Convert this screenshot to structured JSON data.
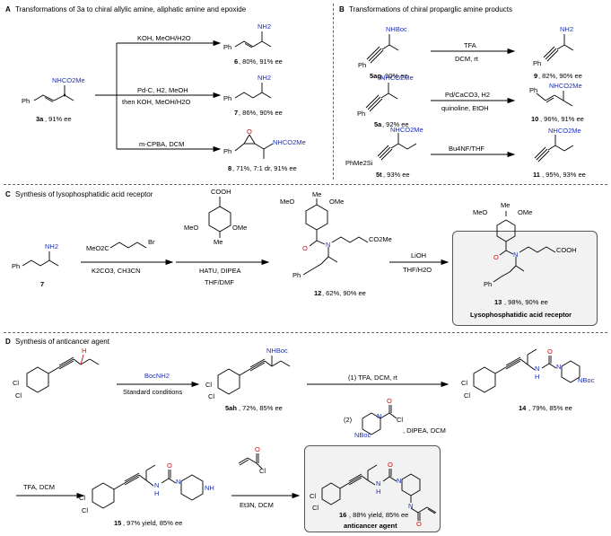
{
  "sections": {
    "A": {
      "letter": "A",
      "title": "Transformations of 3a to chiral allylic amine, aliphatic amine and epoxide",
      "sub_label": "3a",
      "sub_yield": ", 91% ee",
      "r1": "KOH, MeOH/H2O",
      "r2a": "Pd-C, H2, MeOH",
      "r2b": "then KOH, MeOH/H2O",
      "r3": "m-CPBA, DCM",
      "p6": "6",
      "p6y": ", 80%, 91% ee",
      "p7": "7",
      "p7y": ", 86%, 90% ee",
      "p8": "8",
      "p8y": ", 71%, 7:1 dr, 91% ee"
    },
    "B": {
      "letter": "B",
      "title": "Transformations of chiral proparglic amine products",
      "s1": "5ag",
      "s1y": ", 90% ee",
      "r1a": "TFA",
      "r1b": "DCM, rt",
      "p9": "9",
      "p9y": ", 82%, 90% ee",
      "s2": "5a",
      "s2y": ", 92% ee",
      "r2a": "Pd/CaCO3, H2",
      "r2b": "quinoline, EtOH",
      "p10": "10",
      "p10y": ", 96%, 91% ee",
      "s3": "5t",
      "s3y": ", 93% ee",
      "r3": "Bu4NF/THF",
      "p11": "11",
      "p11y": ", 95%, 93% ee"
    },
    "C": {
      "letter": "C",
      "title": "Synthesis of lysophosphatidic acid receptor",
      "s7": "7",
      "r1a": "MeO2C",
      "r1br": "Br",
      "r1b": "K2CO3, CH3CN",
      "r2a": "HATU, DIPEA",
      "r2b": "THF/DMF",
      "cooh": "COOH",
      "p12": "12",
      "p12y": ", 62%, 90% ee",
      "r3a": "LiOH",
      "r3b": "THF/H2O",
      "p13": "13",
      "p13y": ", 98%, 90% ee",
      "p13name": "Lysophosphatidic acid receptor"
    },
    "D": {
      "letter": "D",
      "title": "Synthesis of anticancer agent",
      "r1a": "BocNH2",
      "r1b": "Standard conditions",
      "p5ah": "5ah",
      "p5ahy": ", 72%, 85% ee",
      "r2a": "(1) TFA, DCM, rt",
      "r2b": "(2)",
      "r2c": ", DIPEA, DCM",
      "p14": "14",
      "p14y": ", 79%, 85% ee",
      "r3": "TFA, DCM",
      "p15": "15",
      "p15y": ", 97% yield, 85% ee",
      "r4": "Et3N, DCM",
      "p16": "16",
      "p16y": ", 88% yield, 85% ee",
      "p16name": "anticancer agent"
    }
  },
  "atoms": {
    "NH2": "NH2",
    "NHCO2Me": "NHCO2Me",
    "NHBoc": "NHBoc",
    "Ph": "Ph",
    "O": "O",
    "N": "N",
    "H": "H",
    "NBoc": "NBoc",
    "NH": "NH",
    "Cl": "Cl",
    "OMe": "OMe",
    "MeO": "MeO",
    "Me": "Me",
    "COOH": "COOH",
    "CO2Me": "CO2Me",
    "PhMe2Si": "PhMe2Si",
    "Boc": "Boc"
  },
  "colors": {
    "heteroatom_label": "#1a2fb8",
    "highlight_H": "#d01010",
    "box_fill": "#f2f2f2"
  }
}
